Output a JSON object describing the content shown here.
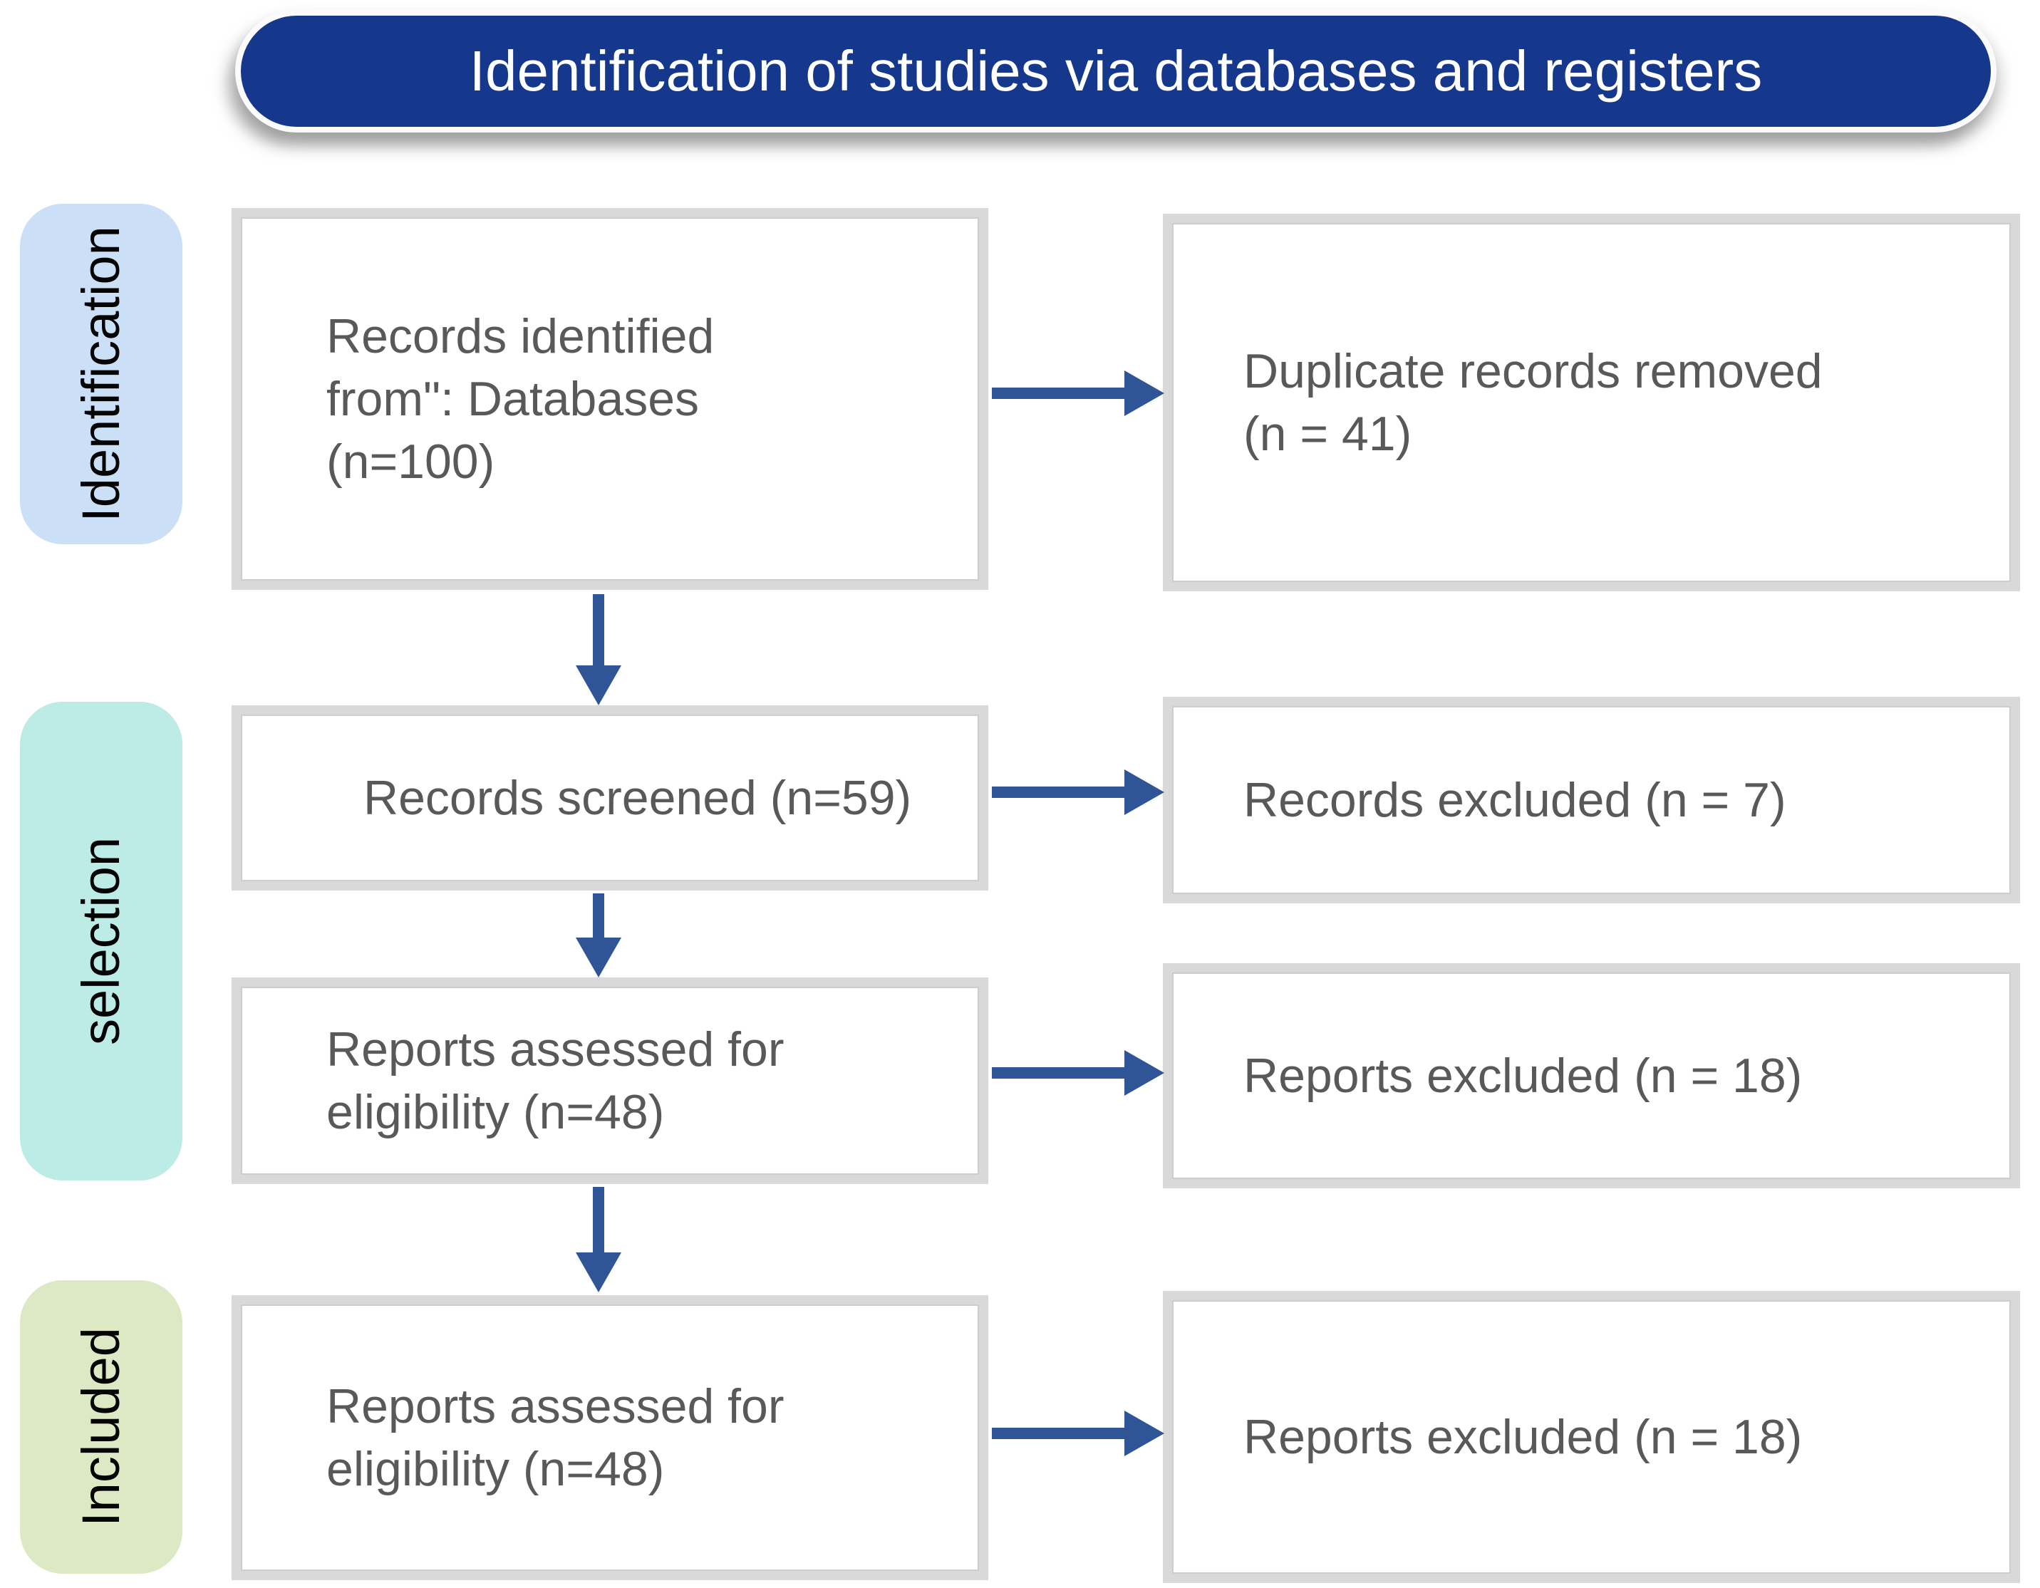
{
  "banner": {
    "title": "Identification of studies via databases and registers"
  },
  "stages": [
    {
      "label": "Identification"
    },
    {
      "label": "selection"
    },
    {
      "label": "Included"
    }
  ],
  "flow": {
    "left": [
      {
        "lines": [
          "Records identified",
          "from\": Databases",
          "(n=100)"
        ]
      },
      {
        "lines": [
          "Records screened (n=59)"
        ]
      },
      {
        "lines": [
          "Reports assessed for",
          "eligibility (n=48)"
        ]
      },
      {
        "lines": [
          "Reports assessed for",
          "eligibility (n=48)"
        ]
      }
    ],
    "right": [
      {
        "lines": [
          "Duplicate records removed",
          "(n = 41)"
        ]
      },
      {
        "lines": [
          "Records excluded (n = 7)"
        ]
      },
      {
        "lines": [
          "Reports excluded (n = 18)"
        ]
      },
      {
        "lines": [
          "Reports excluded (n = 18)"
        ]
      }
    ]
  },
  "colors": {
    "banner_bg": "#15388c",
    "banner_text": "#ffffff",
    "stage_identification_bg": "#cbe0f6",
    "stage_selection_bg": "#bdebe5",
    "stage_included_bg": "#dde9c5",
    "arrow": "#2f5596",
    "box_border": "#d9d9d9",
    "box_text": "#595959"
  }
}
